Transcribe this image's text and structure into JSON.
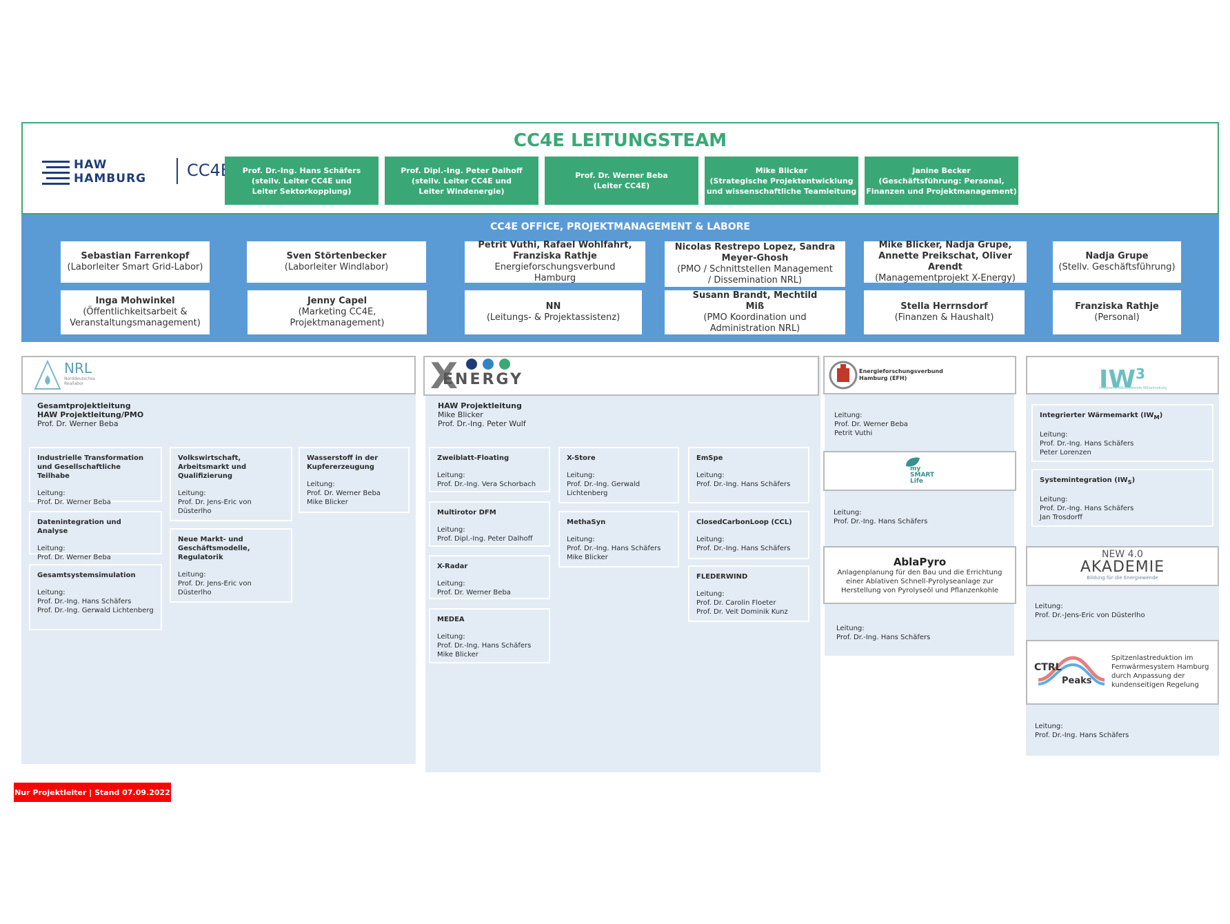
{
  "header": {
    "title": "CC4E LEITUNGSTEAM",
    "logo": {
      "line1": "HAW",
      "line2": "HAMBURG",
      "brand": "CC4E"
    },
    "boxes": [
      {
        "lines": [
          "Prof. Dr.-Ing. Hans Schäfers",
          "(stellv. Leiter CC4E und",
          "Leiter Sektorkopplung)"
        ]
      },
      {
        "lines": [
          "Prof. Dipl.-Ing. Peter Dalhoff",
          "(stellv. Leiter CC4E und",
          "Leiter Windenergie)"
        ]
      },
      {
        "lines": [
          "Prof. Dr. Werner Beba",
          "(Leiter CC4E)"
        ]
      },
      {
        "lines": [
          "Mike Blicker",
          "(Strategische Projektentwicklung",
          "und wissenschaftliche Teamleitung"
        ]
      },
      {
        "lines": [
          "Janine Becker",
          "(Geschäftsführung: Personal,",
          "Finanzen und Projektmanagement)"
        ]
      }
    ]
  },
  "office": {
    "title": "CC4E OFFICE, PROJEKTMANAGEMENT & LABORE",
    "boxes": [
      {
        "name": "Sebastian Farrenkopf",
        "role": "(Laborleiter Smart Grid-Labor)"
      },
      {
        "name": "Sven Störtenbecker",
        "role": "(Laborleiter Windlabor)"
      },
      {
        "name": "Petrit Vuthi, Rafael Wohlfahrt, Franziska Rathje",
        "role": "Energieforschungsverbund Hamburg"
      },
      {
        "name": "Nicolas Restrepo Lopez, Sandra Meyer-Ghosh",
        "role": "(PMO / Schnittstellen Management / Dissemination NRL)"
      },
      {
        "name": "Mike Blicker, Nadja Grupe, Annette Preikschat, Oliver Arendt",
        "role": "(Managementprojekt X-Energy)"
      },
      {
        "name": "Nadja Grupe",
        "role": "(Stellv. Geschäftsführung)"
      },
      {
        "name": "Inga Mohwinkel",
        "role": "(Öffentlichkeitsarbeit & Veranstaltungsmanagement)"
      },
      {
        "name": "Jenny Capel",
        "role": "(Marketing CC4E, Projektmanagement)"
      },
      {
        "name": "NN",
        "role": "(Leitungs- & Projektassistenz)"
      },
      {
        "name": "Susann Brandt, Mechtild Miß",
        "role": "(PMO Koordination und Administration NRL)"
      },
      {
        "name": "Stella Herrnsdorf",
        "role": "(Finanzen & Haushalt)"
      },
      {
        "name": "Franziska Rathje",
        "role": "(Personal)"
      }
    ]
  },
  "nrl": {
    "logo": "NRL",
    "logo_sub": "Norddeutsches Reallabor",
    "lead": [
      "Gesamtprojektleitung",
      "HAW Projektleitung/PMO",
      "Prof. Dr. Werner Beba"
    ],
    "boxes": [
      {
        "title": "Industrielle Transformation und Gesellschaftliche Teilhabe",
        "label": "Leitung:",
        "people": [
          "Prof. Dr. Werner Beba"
        ]
      },
      {
        "title": "Datenintegration und Analyse",
        "label": "Leitung:",
        "people": [
          "Prof. Dr. Werner Beba"
        ]
      },
      {
        "title": "Gesamtsystemsimulation",
        "label": "Leitung:",
        "people": [
          "Prof. Dr.-Ing. Hans Schäfers",
          "Prof. Dr.-Ing. Gerwald Lichtenberg"
        ]
      },
      {
        "title": "Volkswirtschaft, Arbeitsmarkt und Qualifizierung",
        "label": "Leitung:",
        "people": [
          "Prof. Dr. Jens-Eric von Düsterlho"
        ]
      },
      {
        "title": "Neue Markt- und Geschäftsmodelle, Regulatorik",
        "label": "Leitung:",
        "people": [
          "Prof. Dr. Jens-Eric von Düsterlho"
        ]
      },
      {
        "title": "Wasserstoff in der Kupfererzeugung",
        "label": "Leitung:",
        "people": [
          "Prof. Dr. Werner Beba",
          "Mike Blicker"
        ]
      }
    ]
  },
  "xenergy": {
    "logo": "ENERGY",
    "logo_x": "X",
    "lead": [
      "HAW Projektleitung",
      "Mike Blicker",
      "Prof. Dr.-Ing. Peter Wulf"
    ],
    "boxes": [
      {
        "title": "Zweiblatt-Floating",
        "label": "Leitung:",
        "people": [
          "Prof. Dr.-Ing. Vera Schorbach"
        ]
      },
      {
        "title": "Multirotor DFM",
        "label": "Leitung:",
        "people": [
          "Prof. Dipl.-Ing. Peter Dalhoff"
        ]
      },
      {
        "title": "X-Radar",
        "label": "Leitung:",
        "people": [
          "Prof. Dr. Werner Beba"
        ]
      },
      {
        "title": "MEDEA",
        "label": "Leitung:",
        "people": [
          "Prof. Dr.-Ing. Hans Schäfers",
          "Mike Blicker"
        ]
      },
      {
        "title": "X-Store",
        "label": "Leitung:",
        "people": [
          "Prof. Dr.-Ing. Gerwald Lichtenberg"
        ]
      },
      {
        "title": "MethaSyn",
        "label": "Leitung:",
        "people": [
          "Prof. Dr.-Ing. Hans Schäfers",
          "Mike Blicker"
        ]
      },
      {
        "title": "EmSpe",
        "label": "Leitung:",
        "people": [
          "Prof. Dr.-Ing. Hans Schäfers"
        ]
      },
      {
        "title": "ClosedCarbonLoop (CCL)",
        "label": "Leitung:",
        "people": [
          "Prof. Dr.-Ing. Hans Schäfers"
        ]
      },
      {
        "title": "FLEDERWIND",
        "label": "Leitung:",
        "people": [
          "Prof. Dr. Carolin Floeter",
          "Prof. Dr. Veit Dominik Kunz"
        ]
      }
    ]
  },
  "efh": {
    "logo": "Energieforschungsverbund Hamburg (EFH)",
    "label": "Leitung:",
    "people": [
      "Prof. Dr. Werner Beba",
      "Petrit Vuthi"
    ],
    "mysmartlife": {
      "logo": "my SMART Life",
      "label": "Leitung:",
      "people": [
        "Prof. Dr.-Ing. Hans Schäfers"
      ]
    },
    "ablapyro": {
      "title": "AblaPyro",
      "desc": "Anlagenplanung für den Bau und die Errichtung einer Ablativen Schnell-Pyrolyseanlage zur Herstellung von Pyrolyseöl und Pflanzenkohle",
      "label": "Leitung:",
      "people": [
        "Prof. Dr.-Ing. Hans Schäfers"
      ]
    }
  },
  "iw3": {
    "logo": "IW",
    "logo_sup": "3",
    "logo_sub": "Integrierte Wärmewende Wilhelmsburg",
    "boxes": [
      {
        "title": "Integrierter Wärmemarkt (IW",
        "sub": "M",
        "close": ")",
        "label": "Leitung:",
        "people": [
          "Prof. Dr.-Ing. Hans Schäfers",
          "Peter Lorenzen"
        ]
      },
      {
        "title": "Systemintegration (IW",
        "sub": "S",
        "close": ")",
        "label": "Leitung:",
        "people": [
          "Prof. Dr.-Ing. Hans Schäfers",
          "Jan Trosdorff"
        ]
      }
    ],
    "akademie": {
      "logo1": "NEW 4.0",
      "logo2": "AKADEMIE",
      "logo3": "Bildung für die Energiewende",
      "label": "Leitung:",
      "people": [
        "Prof. Dr.-Jens-Eric von Düsterlho"
      ]
    },
    "ctrl": {
      "logo1": "CTRL",
      "logo2": "Peaks",
      "desc": "Spitzenlastreduktion im Fernwärmesystem Hamburg durch Anpassung der kundenseitigen Regelung",
      "label": "Leitung:",
      "people": [
        "Prof. Dr.-Ing. Hans Schäfers"
      ]
    }
  },
  "footer": "Nur Projektleiter | Stand 07.09.2022",
  "colors": {
    "green": "#3aa876",
    "blue": "#5b9bd5",
    "panel": "#e3ecf5",
    "red": "#ff0000",
    "navy": "#1f3c7a"
  }
}
